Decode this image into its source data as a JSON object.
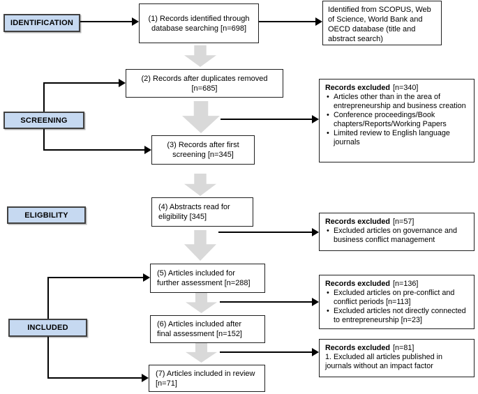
{
  "diagram": {
    "title_semantic": "PRISMA systematic review flow diagram",
    "stages": {
      "identification": {
        "label": "IDENTIFICATION"
      },
      "screening": {
        "label": "SCREENING"
      },
      "eligibility": {
        "label": "ELIGBILITY"
      },
      "included": {
        "label": "INCLUDED"
      }
    },
    "flow": {
      "box1": {
        "line1": "(1) Records identified through",
        "line2": "database searching [n=698]"
      },
      "box2": {
        "line1": "(2) Records after duplicates removed",
        "line2": "[n=685]"
      },
      "box3": {
        "line1": "(3) Records after first",
        "line2": "screening [n=345]"
      },
      "box4": {
        "line1": "(4) Abstracts read for",
        "line2": "eligibility [345]"
      },
      "box5": {
        "line1": "(5) Articles included for",
        "line2": "further assessment [n=288]"
      },
      "box6": {
        "line1": "(6) Articles included after",
        "line2": "final assessment [n=152]"
      },
      "box7": {
        "line1": "(7) Articles included in review",
        "line2": "[n=71]"
      },
      "source": {
        "text": "Identified from SCOPUS, Web of Science, World Bank and OECD database (title and abstract search)"
      }
    },
    "exclusions": {
      "e340": {
        "title": "Records excluded",
        "count": "[n=340]",
        "items": [
          "Articles other than in the area of entrepreneurship and business creation",
          "Conference proceedings/Book chapters/Reports/Working Papers",
          "Limited review to English language journals"
        ]
      },
      "e57": {
        "title": "Records excluded",
        "count": "[n=57]",
        "items": [
          "Excluded articles on governance and business conflict management"
        ]
      },
      "e136": {
        "title": "Records excluded",
        "count": "[n=136]",
        "items": [
          "Excluded articles on pre-conflict and conflict periods [n=113]",
          "Excluded articles not directly connected to entrepreneurship [n=23]"
        ]
      },
      "e81": {
        "title": "Records excluded",
        "count": "[n=81]",
        "items": [
          "1. Excluded all articles published in journals without an impact factor"
        ]
      }
    },
    "colors": {
      "stage_fill": "#c6d9f1",
      "stage_border": "#404040",
      "box_border": "#1f1f1f",
      "connector": "#000000",
      "flow_arrow": "#d9d9d9"
    }
  }
}
